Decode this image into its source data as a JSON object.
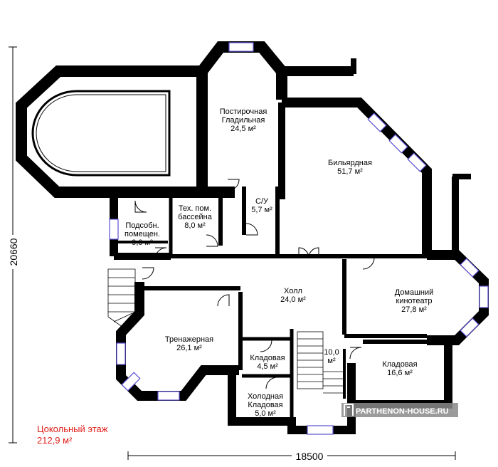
{
  "rooms": [
    {
      "id": "postirochnaya",
      "lines": [
        "Постирочная",
        "Гладильная",
        "24,5 м²"
      ]
    },
    {
      "id": "bilyardnaya",
      "lines": [
        "Бильярдная",
        "51,7 м²"
      ]
    },
    {
      "id": "podsobn",
      "lines": [
        "Подсобн.",
        "помещен.",
        "9,0 м²"
      ]
    },
    {
      "id": "tekh-pom",
      "lines": [
        "Тех. пом.",
        "бассейна",
        "8,0 м²"
      ]
    },
    {
      "id": "su",
      "lines": [
        "С/У",
        "5,7 м²"
      ]
    },
    {
      "id": "holl",
      "lines": [
        "Холл",
        "24,0 м²"
      ]
    },
    {
      "id": "kinoteatr",
      "lines": [
        "Домашний",
        "кинотеатр",
        "27,8 м²"
      ]
    },
    {
      "id": "trenazhernaya",
      "lines": [
        "Тренажерная",
        "26,1 м²"
      ]
    },
    {
      "id": "kladovaya-small",
      "lines": [
        "Кладовая",
        "4,5 м²"
      ]
    },
    {
      "id": "stair-area",
      "lines": [
        "10,0",
        "м²"
      ]
    },
    {
      "id": "kladovaya-big",
      "lines": [
        "Кладовая",
        "16,6 м²"
      ]
    },
    {
      "id": "kholodnaya",
      "lines": [
        "Холодная",
        "Кладовая",
        "5,0 м²"
      ]
    }
  ],
  "dimensions": {
    "height": "20660",
    "width": "18500"
  },
  "floor": {
    "name": "Цокольный этаж",
    "area": "212,9 м²"
  },
  "watermark": "PARTHENON-HOUSE.RU",
  "colors": {
    "wall": "#000000",
    "window": "#5b4fd0",
    "title": "#e0201a"
  }
}
